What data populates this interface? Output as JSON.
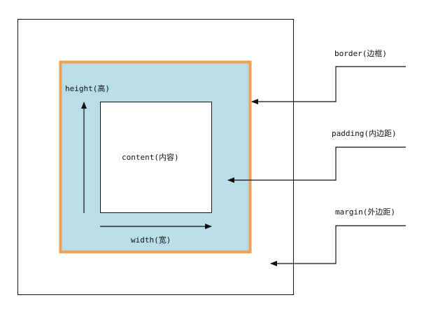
{
  "labels": {
    "border": "border(边框)",
    "padding": "padding(内边距)",
    "margin": "margin(外边距)",
    "content": "content(内容)",
    "height": "height(高)",
    "width": "width(宽)"
  },
  "colors": {
    "border": "#f0a050",
    "padding": "#badee8",
    "content": "#ffffff",
    "margin_outline": "#111111",
    "lines": "#111111"
  }
}
